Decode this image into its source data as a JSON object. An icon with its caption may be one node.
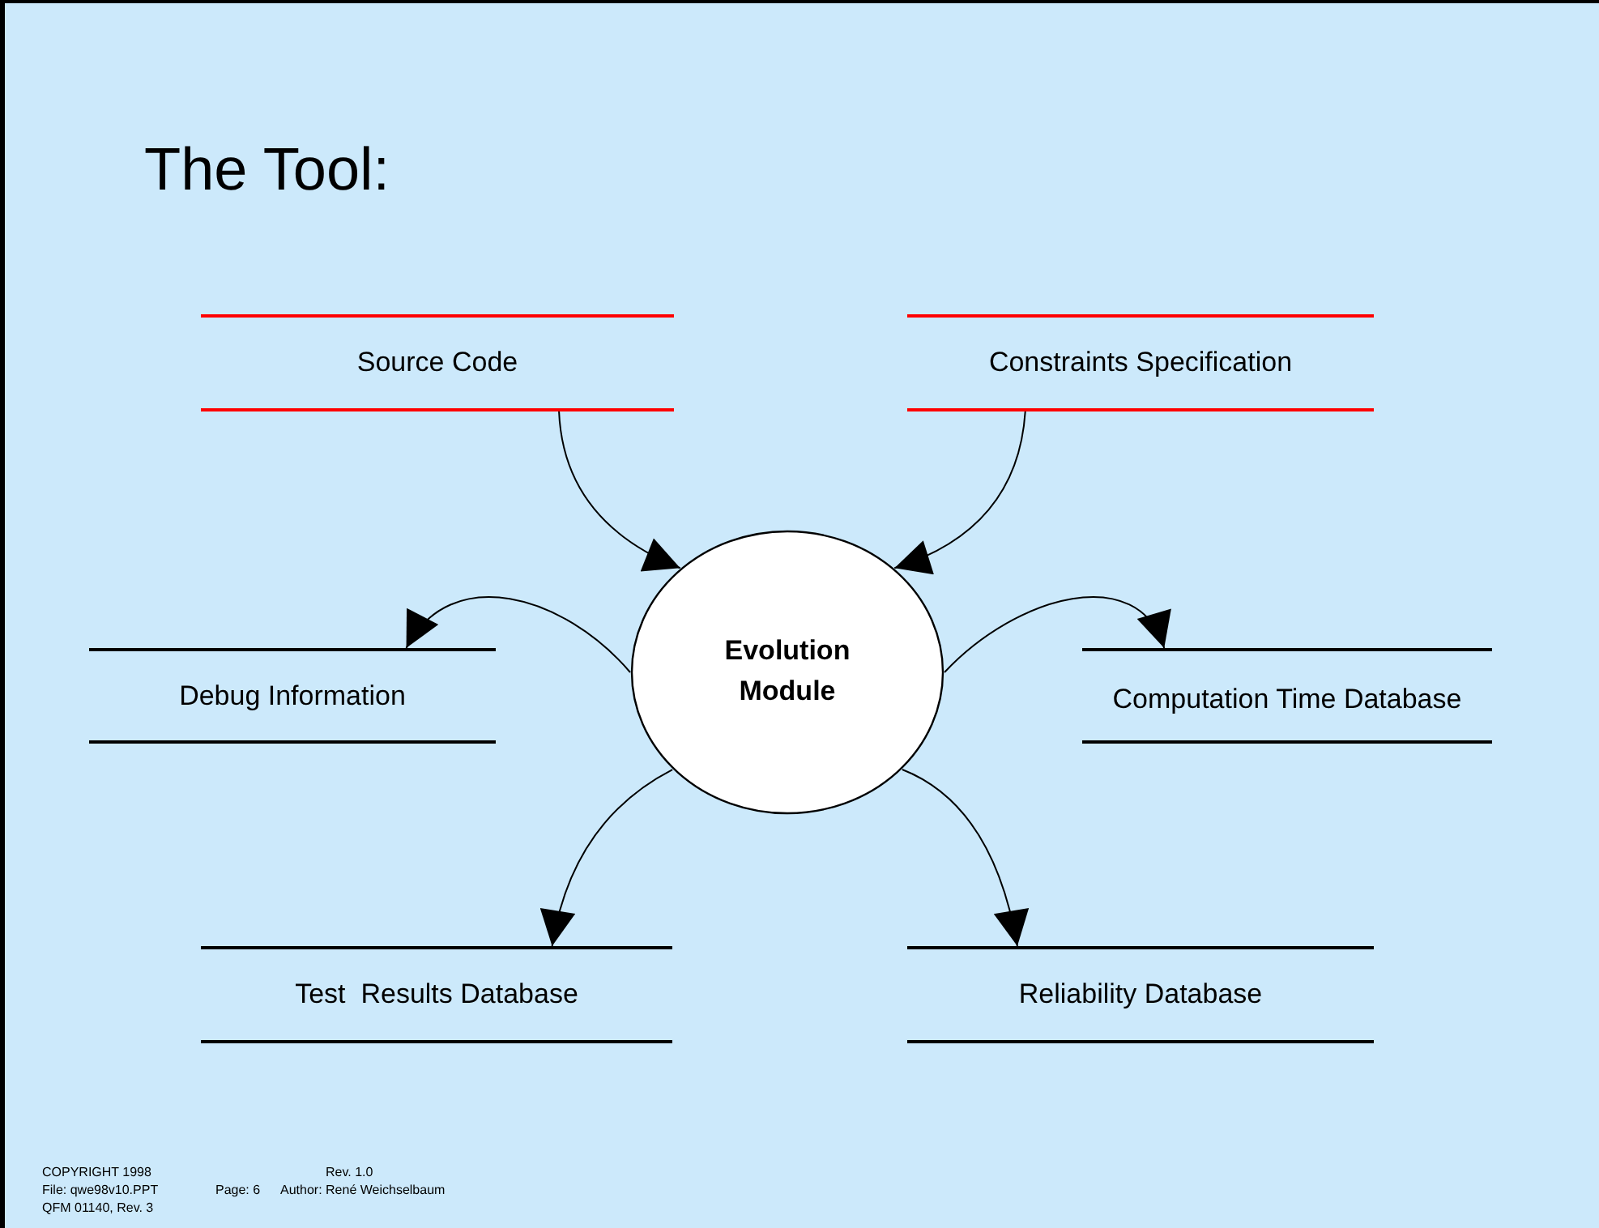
{
  "diagram": {
    "title": "The Tool:",
    "nodes": [
      {
        "text": [
          "Source Code"
        ]
      },
      {
        "text": [
          "Constraints Specification"
        ]
      },
      {
        "text": [
          "Evolution Module"
        ]
      },
      {
        "text": [
          "Debug Information"
        ]
      },
      {
        "text": [
          "Computation Time Database"
        ]
      },
      {
        "text": [
          "Test  Results Database"
        ]
      },
      {
        "text": [
          "Reliability Database"
        ]
      }
    ],
    "edges": [
      {
        "from": 0,
        "to": 2,
        "arrow": "to"
      },
      {
        "from": 1,
        "to": 2,
        "arrow": "to"
      },
      {
        "from": 2,
        "to": 3,
        "arrow": "to"
      },
      {
        "from": 2,
        "to": 4,
        "arrow": "to"
      },
      {
        "from": 2,
        "to": 5,
        "arrow": "to"
      },
      {
        "from": 2,
        "to": 6,
        "arrow": "to"
      }
    ],
    "labels": [
      "COPYRIGHT 1998",
      "Rev. 1.0",
      "File: qwe98v10.PPT",
      "Page: 6",
      "Author: René Weichselbaum",
      "QFM 01140, Rev. 3"
    ]
  }
}
